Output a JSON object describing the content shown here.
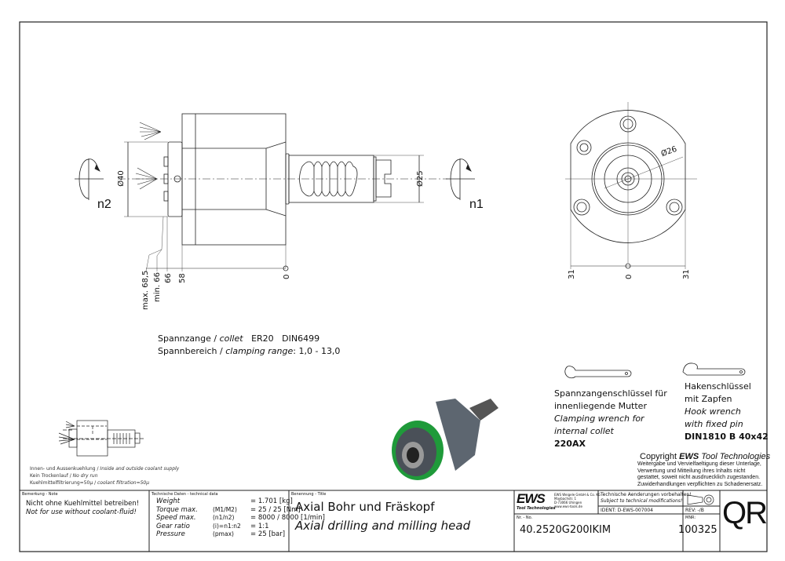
{
  "drawing": {
    "dims_side": {
      "d40": "Ø40",
      "d25": "Ø25",
      "max": "max. 68,5",
      "min": "min. 66",
      "d66": "66",
      "d58": "58",
      "zero": "0"
    },
    "dims_front": {
      "d26": "Ø26",
      "left": "31",
      "zero": "0",
      "right": "31"
    },
    "rot_n1": "n1",
    "rot_n2": "n2"
  },
  "collet": {
    "line1_a": "Spannzange / ",
    "line1_b": "collet",
    "line1_c": "ER20",
    "line1_d": "DIN6499",
    "line2_a": "Spannbereich / ",
    "line2_b": "clamping range",
    "line2_c": ": 1,0 - 13,0"
  },
  "coolant": {
    "l1_de": "Innen- und Aussenkuehlung / ",
    "l1_en": "Inside and outside coolant supply",
    "l2_de": "Kein Trockenlauf / ",
    "l2_en": "No dry run",
    "l3_de": "Kuehlmittelfiltrierung=50µ / ",
    "l3_en": "coolant filtration=50µ"
  },
  "wrench1": {
    "l1": "Spannzangenschlüssel für",
    "l2": "innenliegende Mutter",
    "l3": "Clamping wrench for",
    "l4": "internal collet",
    "code": "220AX"
  },
  "wrench2": {
    "l1": "Hakenschlüssel",
    "l2": "mit Zapfen",
    "l3": "Hook wrench",
    "l4": "with fixed pin",
    "code": "DIN1810 B 40x42"
  },
  "copyright": {
    "title_a": "Copyright ",
    "title_b": "EWS",
    " title_c": "",
    "title_c": " Tool Technologies",
    "l1": "Weitergabe und Vervielfaeltigung dieser Unterlage,",
    "l2": "Verwertung und Mitteilung ihres Inhalts nicht",
    "l3": "gestattet, soweit nicht ausdruecklich zugestanden.",
    "l4": "Zuwiderhandlungen verpflichten zu Schadenersatz."
  },
  "title_block": {
    "note_label": "Bemerkung - Note",
    "note_de": "Nicht ohne Kuehlmittel betreiben!",
    "note_en": "Not for use without coolant-fluid!",
    "tech_label": "Technische Daten - technical data",
    "tech": [
      {
        "name": "Weight",
        "param": "",
        "value": "=  1.701 [kg]"
      },
      {
        "name": "Torque max.",
        "param": "(M1/M2)",
        "value": "=  25 / 25 [Nm]"
      },
      {
        "name": "Speed max.",
        "param": "(n1/n2)",
        "value": "=  8000 / 8000 [1/min]"
      },
      {
        "name": "Gear ratio",
        "param": "(i)=n1:n2",
        "value": "=  1:1"
      },
      {
        "name": "Pressure",
        "param": "(pmax)",
        "value": "=  25 [bar]"
      }
    ],
    "title_label": "Benennung - Title",
    "title_de": "Axial Bohr und Fräskopf",
    "title_en": "Axial drilling and milling head",
    "logo": "EWS",
    "logo_sub": "Tool Technologies",
    "company_l1": "EWS Weigele GmbH & Co. KG",
    "company_l2": "Maybachstr. 1",
    "company_l3": "D-73066 Uhingen",
    "company_l4": "www.ews-tools.de",
    "changes_de": "Technische Aenderungen vorbehalten!",
    "changes_en": "Subject to technical modifications!",
    "ident": "IDENT:  D-EWS-007004",
    "rev": "REV:  -/B",
    "nr_label": "Nr. - No.",
    "nr": "40.2520G200IKIM",
    "mnr_label": "MNR:",
    "mnr": "100325",
    "qr": "QR"
  },
  "colors": {
    "line": "#222222",
    "accent_green": "#1f9a3a",
    "body_gray": "#5d6670"
  }
}
